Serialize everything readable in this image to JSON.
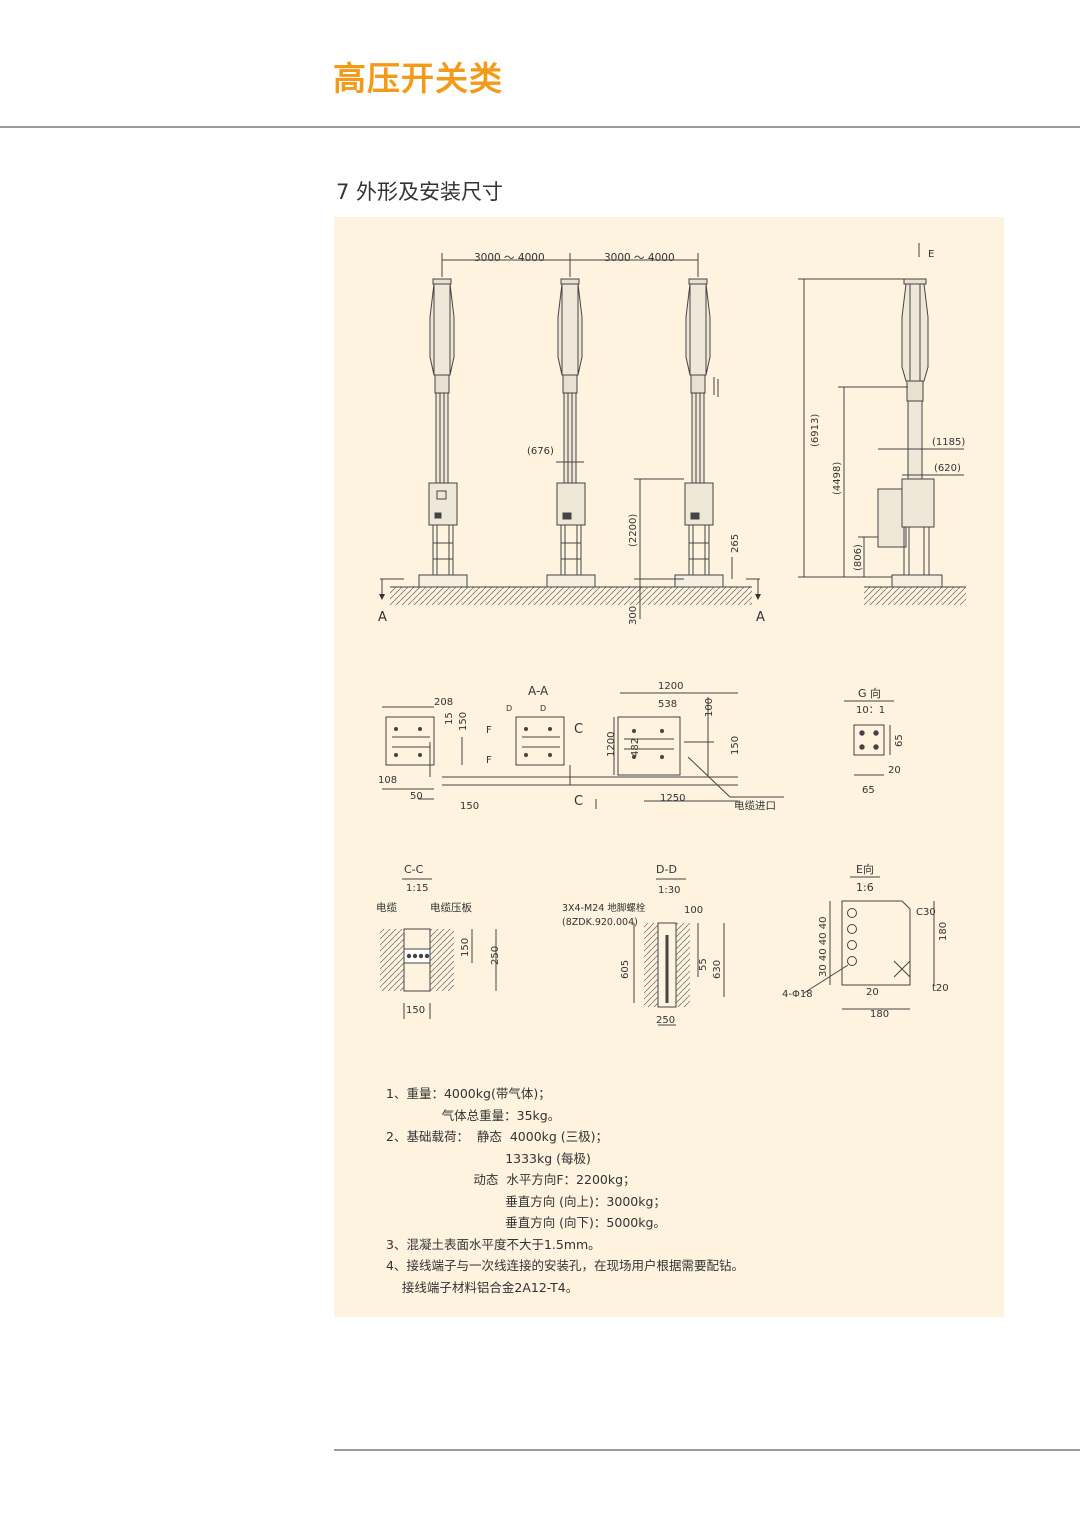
{
  "header": {
    "title": "高压开关类"
  },
  "section": {
    "title": "7 外形及安装尺寸"
  },
  "drawing": {
    "front": {
      "spacing1": "3000 ～ 4000",
      "spacing2": "3000 ～ 4000",
      "dim_676": "(676)",
      "dim_2200": "(2200)",
      "dim_265": "265",
      "dim_300": "300",
      "label_A_left": "A",
      "label_A_right": "A"
    },
    "side": {
      "label_E": "E",
      "dim_6913": "(6913)",
      "dim_4498": "(4498)",
      "dim_806": "(806)",
      "dim_1185": "(1185)",
      "dim_620": "(620)"
    },
    "plan": {
      "title": "A-A",
      "dim_208": "208",
      "dim_15": "15",
      "dim_150a": "150",
      "dim_108": "108",
      "dim_50": "50",
      "dim_150b": "150",
      "label_D1": "D",
      "label_D2": "D",
      "label_F1": "F",
      "label_F2": "F",
      "label_C1": "C",
      "label_C2": "C",
      "dim_1200a": "1200",
      "dim_538": "538",
      "dim_100": "100",
      "dim_1200b": "1200",
      "dim_482": "482",
      "dim_150c": "150",
      "dim_1250": "1250",
      "cable_inlet": "电缆进口"
    },
    "g_view": {
      "title": "G 向",
      "scale": "10：1",
      "dim_65a": "65",
      "dim_20": "20",
      "dim_65b": "65"
    },
    "cc_section": {
      "title": "C-C",
      "scale": "1:15",
      "label_cable": "电缆",
      "label_plate": "电缆压板",
      "dim_150a": "150",
      "dim_250": "250",
      "dim_150b": "150"
    },
    "dd_section": {
      "title": "D-D",
      "scale": "1:30",
      "bolt_label": "3X4-M24  地脚螺栓",
      "bolt_code": "(8ZDK.920.004)",
      "dim_100": "100",
      "dim_605": "605",
      "dim_55": "55",
      "dim_630": "630",
      "dim_250": "250"
    },
    "e_view": {
      "title": "E向",
      "scale": "1:6",
      "dim_c30": "C30",
      "dim_180a": "180",
      "dim_stack": "30 40 40 40",
      "dim_holes": "4-Φ18",
      "dim_20": "20",
      "dim_t20": "t20",
      "dim_180b": "180"
    }
  },
  "notes": [
    "1、重量：4000kg(带气体)；",
    "              气体总重量：35kg。",
    "2、基础载荷：  静态  4000kg (三极)；",
    "                              1333kg (每极)",
    "                      动态  水平方向F：2200kg；",
    "                              垂直方向 (向上)：3000kg；",
    "                              垂直方向 (向下)：5000kg。",
    "3、混凝土表面水平度不大于1.5mm。",
    "4、接线端子与一次线连接的安装孔，在现场用户根据需要配钻。",
    "    接线端子材料铝合金2A12-T4。"
  ]
}
